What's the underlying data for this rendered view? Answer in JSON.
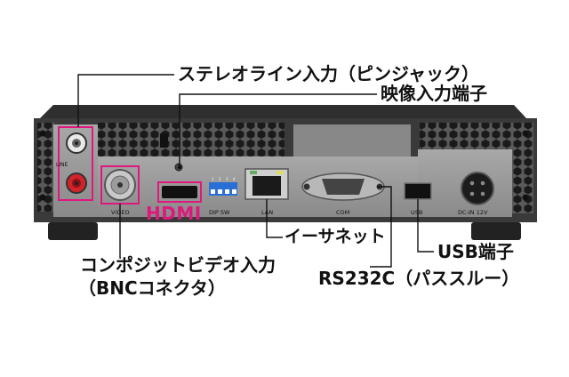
{
  "callouts": {
    "stereo_line_in": "ステレオライン入力（ピンジャック）",
    "video_in": "映像入力端子",
    "ethernet": "イーサネット",
    "usb_port": "USB端子",
    "composite_video_1": "コンポジットビデオ入力",
    "composite_video_2": "（BNCコネクタ）",
    "rs232c": "RS232C（パススルー）"
  },
  "hdmi_logo": "HDMI",
  "panel_labels": {
    "line": "LINE",
    "video": "VIDEO",
    "dip_sw": "DIP SW",
    "lan": "LAN",
    "com": "COM",
    "usb": "USB",
    "dc_in": "DC-IN 12V",
    "dip_numbers": [
      "1",
      "2",
      "3",
      "4"
    ]
  },
  "colors": {
    "accent": "#e0187e",
    "panel": "#9a9a9a",
    "chassis": "#3a3a3a",
    "text": "#111111"
  }
}
